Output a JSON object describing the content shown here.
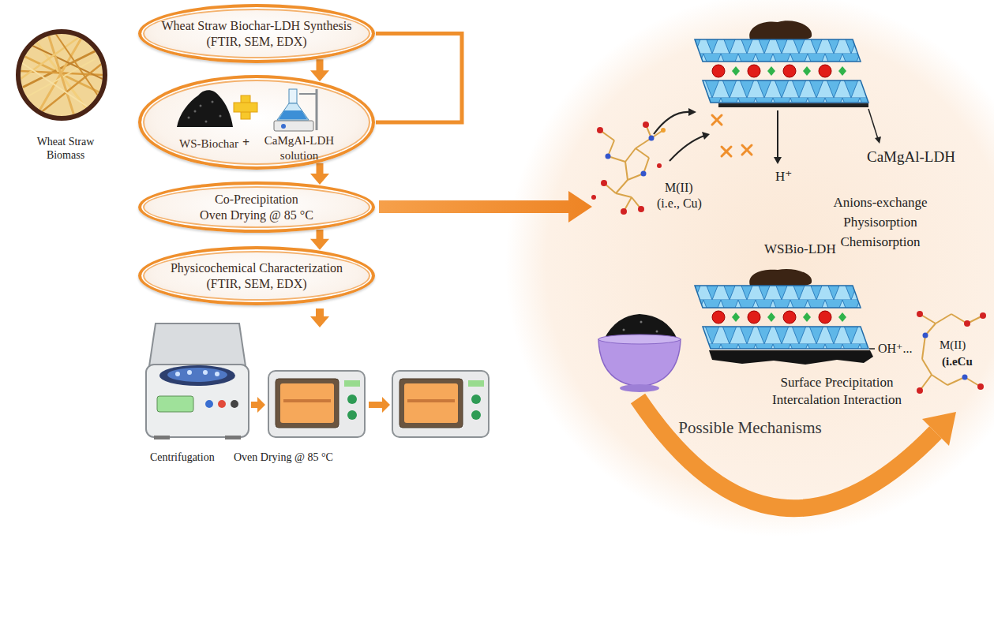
{
  "diagram": {
    "nodes": [
      {
        "text": [
          "Wheat Straw Biochar-LDH Synthesis",
          "(FTIR, SEM, EDX)"
        ]
      },
      {
        "text": [
          "WS-Biochar",
          "+",
          "CaMgAl-LDH solution"
        ]
      },
      {
        "text": [
          "Co-Precipitation",
          "Oven Drying @ 85 °C"
        ]
      },
      {
        "text": [
          "Physicochemical Characterization",
          "(FTIR, SEM, EDX)"
        ]
      }
    ],
    "edges": [
      {
        "from": 0,
        "to": 1,
        "arrow": "to"
      },
      {
        "from": 1,
        "to": 2,
        "arrow": "to"
      },
      {
        "from": 2,
        "to": 3,
        "arrow": "to"
      },
      {
        "from": 0,
        "to": 1,
        "arrow": "none"
      }
    ],
    "labels": [
      "Wheat Straw Biomass",
      "CaMgAl-LDH",
      "M(II)",
      "(i.e., Cu)",
      "H⁺",
      "Anions-exchange",
      "Physisorption",
      "Chemisorption",
      "WSBio-LDH",
      "OH⁺...",
      "M(II)",
      "(i.eCu",
      "Surface Precipitation",
      "Intercalation Interaction",
      "Possible Mechanisms",
      "Centrifugation",
      "Oven Drying @ 85 °C"
    ]
  }
}
